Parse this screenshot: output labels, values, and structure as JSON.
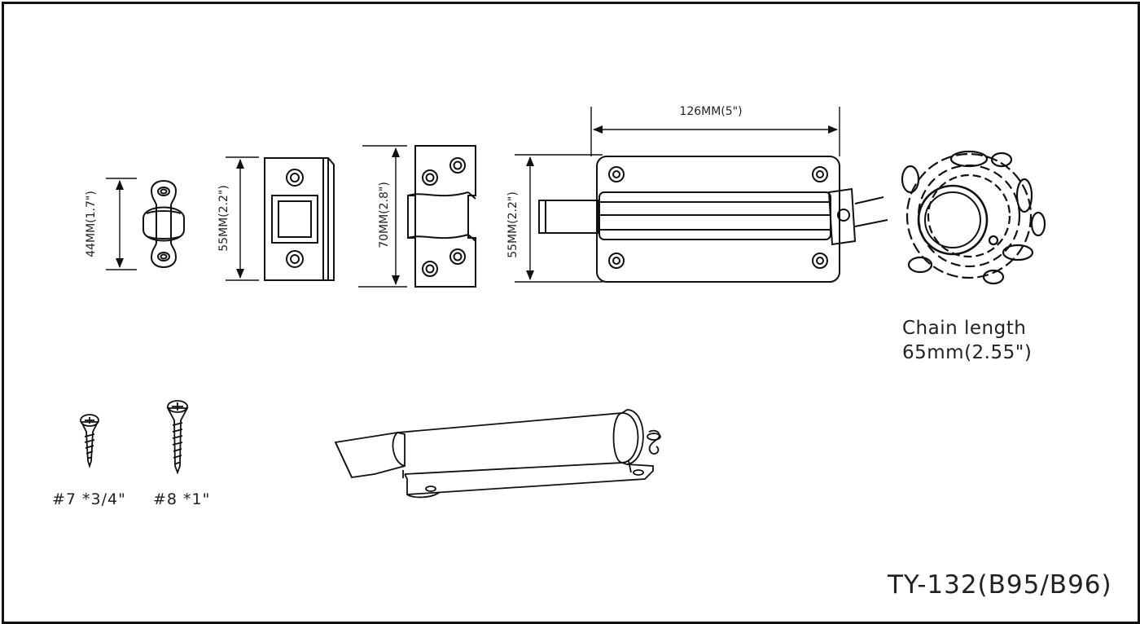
{
  "dimensions": {
    "plate_height": "44MM(1.7\")",
    "keeper_height": "55MM(2.2\")",
    "strike_height": "70MM(2.8\")",
    "bolt_height": "55MM(2.2\")",
    "bolt_width": "126MM(5\")"
  },
  "chain": {
    "line1": "Chain length",
    "line2": "65mm(2.55\")"
  },
  "screws": [
    {
      "label": "#7 *3/4\""
    },
    {
      "label": "#8 *1\""
    }
  ],
  "model": "TY-132(B95/B96)",
  "colors": {
    "line": "#111111",
    "background": "#ffffff"
  }
}
